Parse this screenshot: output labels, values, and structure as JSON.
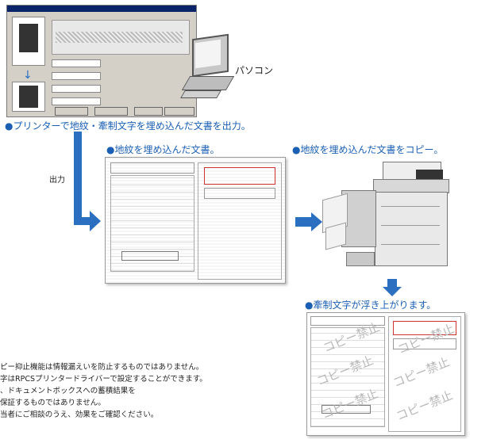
{
  "labels": {
    "pc": "パソコン",
    "step1": "●プリンターで地紋・牽制文字を埋め込んだ文書を出力。",
    "output": "出力",
    "step2": "●地紋を埋め込んだ文書。",
    "step3": "●地紋を埋め込んだ文書をコピー。",
    "step4": "●牽制文字が浮き上がります。"
  },
  "notes": [
    "ピー抑止機能は情報漏えいを防止するものではありません。",
    "字はRPCSプリンタードライバーで設定することができます。",
    "、ドキュメントボックスへの蓄積結果を",
    "保証するものではありません。",
    "当者にご相談のうえ、効果をご確認ください。"
  ],
  "watermark": "コピー禁止",
  "colors": {
    "accent": "#1a5fb4",
    "arrow": "#2a6fc0"
  }
}
